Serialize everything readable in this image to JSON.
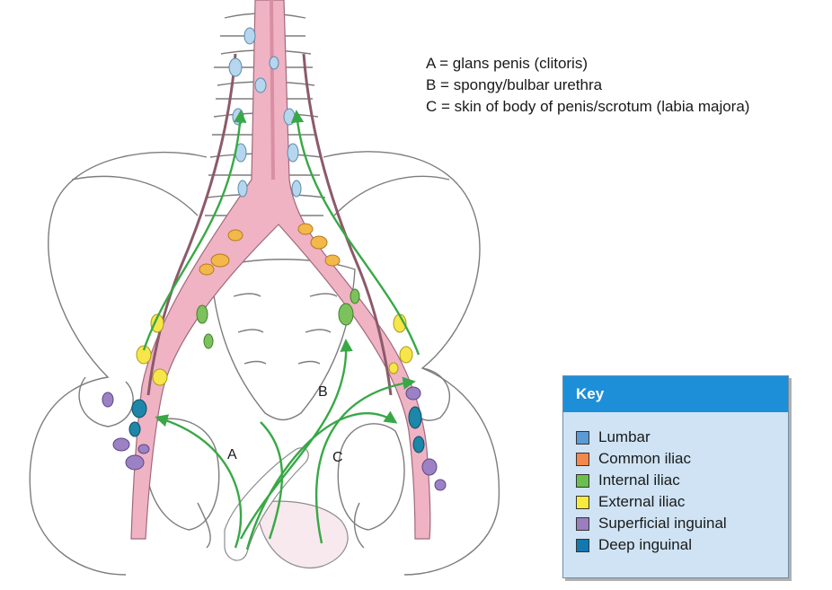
{
  "legend": {
    "a": "A = glans penis (clitoris)",
    "b": "B = spongy/bulbar urethra",
    "c": "C = skin of body of penis/scrotum (labia majora)"
  },
  "route_labels": {
    "a": "A",
    "b": "B",
    "c": "C"
  },
  "key": {
    "title": "Key",
    "items": [
      {
        "label": "Lumbar",
        "color": "#5b9bd5"
      },
      {
        "label": "Common iliac",
        "color": "#f4874b"
      },
      {
        "label": "Internal iliac",
        "color": "#6bbf4e"
      },
      {
        "label": "External iliac",
        "color": "#f6ea3c"
      },
      {
        "label": "Superficial inguinal",
        "color": "#9a7fc0"
      },
      {
        "label": "Deep inguinal",
        "color": "#1478b0"
      }
    ]
  },
  "colors": {
    "vessel": "#efb3c4",
    "vessel_outline": "#a06a7b",
    "arrow": "#38a846",
    "bone": "#7d7d7d",
    "lumbar_node": "#b5d6ee",
    "common_iliac_node": "#f3b84a",
    "internal_iliac_node": "#7cc25c",
    "external_iliac_node": "#f7e64a",
    "superficial_inguinal_node": "#9c82c4",
    "deep_inguinal_node": "#1e86a8"
  }
}
